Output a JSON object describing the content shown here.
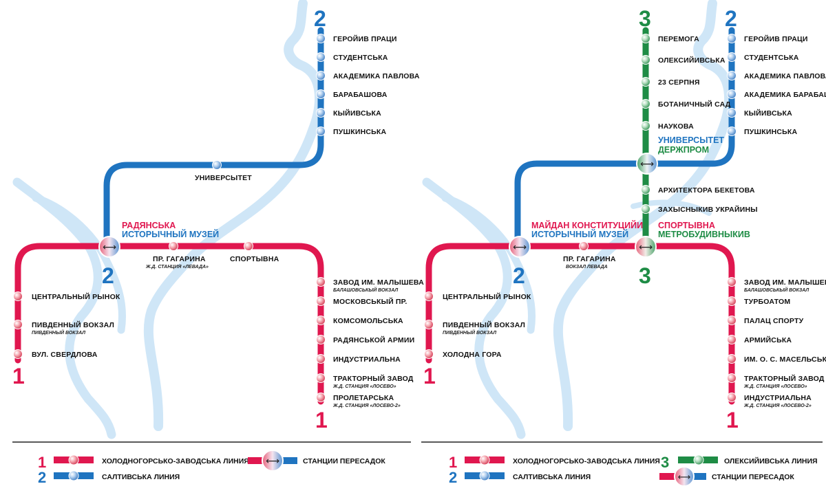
{
  "colors": {
    "line1": "#e0174f",
    "line2": "#1f74c0",
    "line3": "#1e8c45",
    "river": "#cfe6f7",
    "text": "#111111"
  },
  "left_map": {
    "line2_number_top": "2",
    "line2_number_bottom": "2",
    "line1_number_left": "1",
    "line1_number_right": "1",
    "transfer": {
      "line1_name": "РАДЯНСЬКА",
      "line2_name": "ИСТОРЫЧНЫЙ МУЗЕЙ"
    },
    "line2_stations": [
      "ГЕРОЙИВ ПРАЦИ",
      "СТУДЕНТСЬКА",
      "АКАДЕМИКА ПАВЛОВА",
      "БАРАБАШОВА",
      "КЫЙИВСЬКА",
      "ПУШКИНСЬКА",
      "УНИВЕРСЫТЕТ"
    ],
    "line1_west": [
      "ЦЕНТРАЛЬНЫЙ РЫНОК",
      "ПИВДЕННЫЙ ВОКЗАЛ",
      "ВУЛ. СВЕРДЛОВА"
    ],
    "line1_west_sub": "ПИВДЕННЫЙ ВОКЗАЛ",
    "line1_center": [
      "ПР. ГАГАРИНА",
      "СПОРТЫВНА"
    ],
    "gagarina_sub": "Ж.Д. СТАНЦИЯ «ЛЕВАДА»",
    "line1_east": [
      "ЗАВОД ИМ. МАЛЫШЕВА",
      "МОСКОВСЬКЫЙ ПР.",
      "КОМСОМОЛЬСЬКА",
      "РАДЯНСЬКОЙ АРМИИ",
      "ИНДУСТРИАЛЬНА",
      "ТРАКТОРНЫЙ ЗАВОД",
      "ПРОЛЕТАРСЬКА"
    ],
    "line1_east_subs": [
      "БАЛАШОВСЬКЫЙ ВОКЗАЛ",
      "Ж.Д. СТАНЦИЯ «ЛОСЕВО»",
      "Ж.Д. СТАНЦИЯ «ЛОСЕВО-2»"
    ]
  },
  "right_map": {
    "line3_number_top": "3",
    "line3_number_bottom": "3",
    "line2_number_top": "2",
    "line2_number_bottom": "2",
    "line1_number_left": "1",
    "line1_number_right": "1",
    "transfer_west": {
      "line1_name": "МАЙДАН КОНСТИТУЦИЙИ",
      "line2_name": "ИСТОРЫЧНЫЙ МУЗЕЙ"
    },
    "transfer_east": {
      "line1_name": "СПОРТЫВНА",
      "line3_name": "МЕТРОБУДИВНЫКИВ"
    },
    "transfer_north": {
      "line2_name": "УНИВЕРСЫТЕТ",
      "line3_name": "ДЕРЖПРОМ"
    },
    "line3_stations": [
      "ПЕРЕМОГА",
      "ОЛЕКСИЙИВСЬКА",
      "23 СЕРПНЯ",
      "БОТАНИЧНЫЙ САД",
      "НАУКОВА"
    ],
    "line3_south": [
      "АРХИТЕКТОРА БЕКЕТОВА",
      "ЗАХЫСНЫКИВ УКРАЙИНЫ"
    ],
    "line2_stations": [
      "ГЕРОЙИВ ПРАЦИ",
      "СТУДЕНТСЬКА",
      "АКАДЕМИКА ПАВЛОВА",
      "АКАДЕМИКА БАРАБАШОВА",
      "КЫЙИВСЬКА",
      "ПУШКИНСЬКА"
    ],
    "line1_west": [
      "ЦЕНТРАЛЬНЫЙ РЫНОК",
      "ПИВДЕННЫЙ ВОКЗАЛ",
      "ХОЛОДНА ГОРА"
    ],
    "line1_west_sub": "ПИВДЕННЫЙ ВОКЗАЛ",
    "line1_center": [
      "ПР. ГАГАРИНА"
    ],
    "gagarina_sub": "ВОКЗАЛ ЛЕВАДА",
    "line1_east": [
      "ЗАВОД ИМ. МАЛЫШЕВА",
      "ТУРБОАТОМ",
      "ПАЛАЦ СПОРТУ",
      "АРМИЙСЬКА",
      "ИМ. О. С. МАСЕЛЬСЬКОГО",
      "ТРАКТОРНЫЙ ЗАВОД",
      "ИНДУСТРИАЛЬНА"
    ],
    "line1_east_subs": [
      "БАЛАШОВСЬКЫЙ ВОКЗАЛ",
      "Ж.Д. СТАНЦИЯ «ЛОСЕВО»",
      "Ж.Д. СТАНЦИЯ «ЛОСЕВО-2»"
    ]
  },
  "legend_left": {
    "line1_num": "1",
    "line1_label": "ХОЛОДНОГОРСЬКО-ЗАВОДСЬКА ЛИНИЯ",
    "line2_num": "2",
    "line2_label": "САЛТИВСЬКА ЛИНИЯ",
    "transfer_label": "СТАНЦИИ ПЕРЕСАДОК"
  },
  "legend_right": {
    "line1_num": "1",
    "line1_label": "ХОЛОДНОГОРСЬКО-ЗАВОДСЬКА ЛИНИЯ",
    "line2_num": "2",
    "line2_label": "САЛТИВСЬКА ЛИНИЯ",
    "line3_num": "3",
    "line3_label": "ОЛЕКСИЙИВСЬКА ЛИНИЯ",
    "transfer_label": "СТАНЦИИ ПЕРЕСАДОК"
  },
  "transfer_symbol": "⟷"
}
